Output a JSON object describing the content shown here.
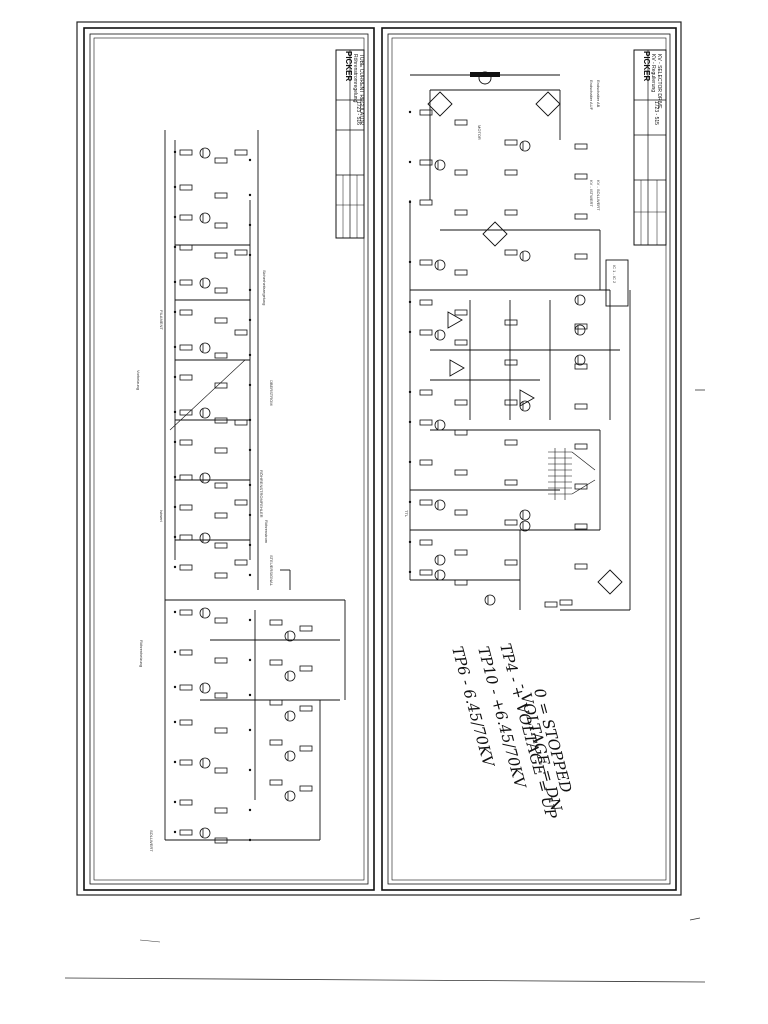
{
  "page": {
    "background": "#ffffff",
    "ink": "#1a1a1a"
  },
  "left_sheet": {
    "title_block": {
      "brand": "PICKER",
      "title_line1": "Röhrenstromregelung",
      "title_line2": "TUBE CURRENT REGULATOR",
      "drawing_no": "1723 - 516"
    },
    "labels": {
      "safety_reg": "Sicherheitsregelung",
      "tube_current": "Röhrenstrom",
      "filament": "FILAMENT",
      "preheat": "Vorheizung",
      "over_current": "ÜBERSTROM",
      "tube_current_fault": "RÖHRENSTROMFEHLER",
      "feed_back": "Istwert",
      "control_signal": "STEUERSIGNAL",
      "tube_filament": "Röhrenheizung",
      "ref_voltage": "SOLLWERT"
    }
  },
  "right_sheet": {
    "title_block": {
      "brand": "PICKER",
      "title_line1": "KV - Regulierung",
      "title_line2": "KV - SELECTOR DRIVE",
      "drawing_no": "1723 - 515"
    },
    "labels": {
      "motor": "MOTOR",
      "limit_up": "Endschalter AUF",
      "limit_down": "Endschalter AB",
      "kv_sense": "KV - ISTWERT",
      "kv_set": "KV - SOLLWERT",
      "ttl": "TTL",
      "ic": "IC 1 - IC 2"
    },
    "handwritten_notes": [
      "TP6 - 6.45/70KV",
      "TP10 - +6.45/70KV",
      "TP4 - + VOLTAGE = UP",
      "- VOLTAGE = DN",
      "0 = STOPPED"
    ]
  }
}
